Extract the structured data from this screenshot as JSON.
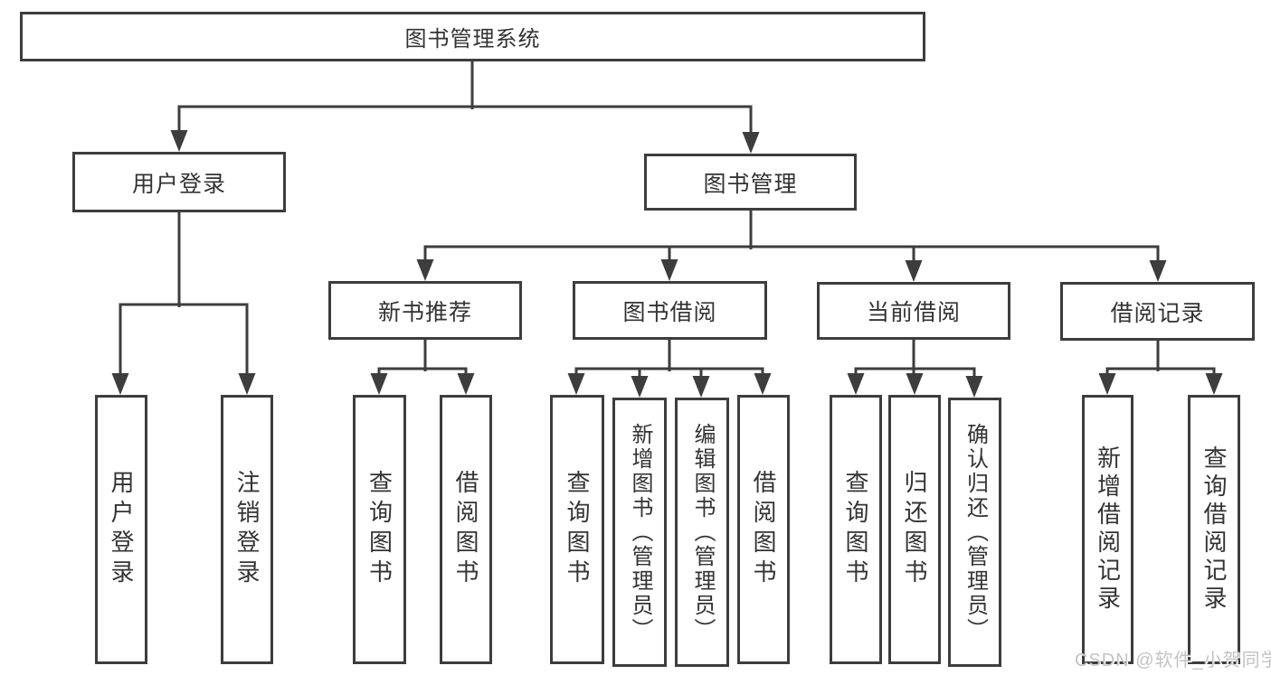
{
  "tree": {
    "label": "图书管理系统",
    "children": [
      {
        "label": "用户登录",
        "children": [
          {
            "label": "用户登录"
          },
          {
            "label": "注销登录"
          }
        ]
      },
      {
        "label": "图书管理",
        "children": [
          {
            "label": "新书推荐",
            "children": [
              {
                "label": "查询图书"
              },
              {
                "label": "借阅图书"
              }
            ]
          },
          {
            "label": "图书借阅",
            "children": [
              {
                "label": "查询图书"
              },
              {
                "label": "新增图书（管理员）"
              },
              {
                "label": "编辑图书（管理员）"
              },
              {
                "label": "借阅图书"
              }
            ]
          },
          {
            "label": "当前借阅",
            "children": [
              {
                "label": "查询图书"
              },
              {
                "label": "归还图书"
              },
              {
                "label": "确认归还（管理员）"
              }
            ]
          },
          {
            "label": "借阅记录",
            "children": [
              {
                "label": "新增借阅记录"
              },
              {
                "label": "查询借阅记录"
              }
            ]
          }
        ]
      }
    ]
  },
  "watermark": {
    "text": "CSDN @软件_小贺同学"
  },
  "colors": {
    "line": "#3d3d3d",
    "box_border": "#3d3d3d",
    "text": "#333333",
    "background": "#ffffff",
    "watermark": "#c3c3c3"
  }
}
